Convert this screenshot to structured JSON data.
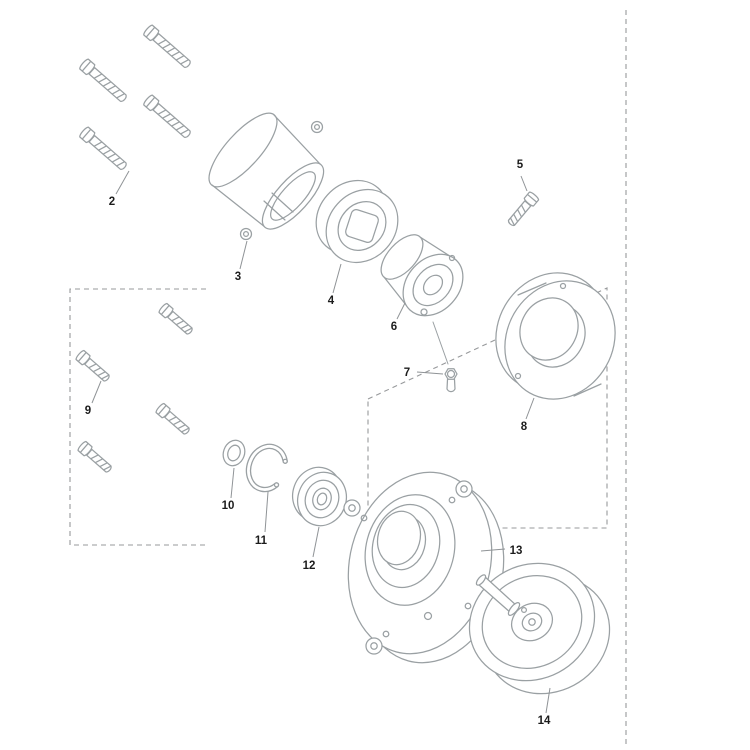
{
  "diagram": {
    "kind": "exploded-parts-view",
    "background": "#ffffff",
    "line_color": "#9aa0a3",
    "dash_color": "#97999b",
    "leader_color": "#8f9396",
    "label_color": "#1c1c1c",
    "parts": [
      {
        "label": "2",
        "name": "fastening-screws-upper"
      },
      {
        "label": "3",
        "name": "housing-cup"
      },
      {
        "label": "4",
        "name": "drive-ring"
      },
      {
        "label": "5",
        "name": "screw"
      },
      {
        "label": "6",
        "name": "hub-flange"
      },
      {
        "label": "7",
        "name": "set-screw"
      },
      {
        "label": "8",
        "name": "cover-ring"
      },
      {
        "label": "9",
        "name": "fastening-screws-lower"
      },
      {
        "label": "10",
        "name": "washer"
      },
      {
        "label": "11",
        "name": "retaining-ring"
      },
      {
        "label": "12",
        "name": "ball-bearing"
      },
      {
        "label": "13",
        "name": "bearing-housing"
      },
      {
        "label": "14",
        "name": "pulley"
      }
    ]
  }
}
